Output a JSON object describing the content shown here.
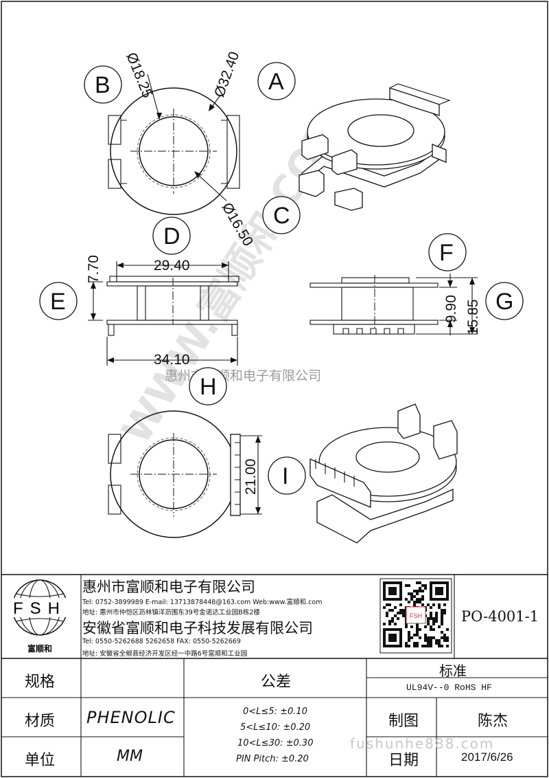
{
  "views": {
    "labels": {
      "A": "A",
      "B": "B",
      "C": "C",
      "D": "D",
      "E": "E",
      "F": "F",
      "G": "G",
      "H": "H",
      "I": "I"
    },
    "dims": {
      "d_outer": "Ø32.40",
      "d_inner": "Ø18.25",
      "d_bore": "Ø16.50",
      "w_flange": "29.40",
      "h_flange": "7.70",
      "w_total": "34.10",
      "h_window": "9.90",
      "h_total": "15.85",
      "pin_span": "21.00"
    }
  },
  "watermark": {
    "company_line": "惠州市富顺和电子有限公司",
    "diagonal": "WWW.富顺和.COM",
    "url": "fushunhe888.com"
  },
  "title_block": {
    "logo_text": "FSH",
    "logo_caption": "富顺和",
    "company1": {
      "name": "惠州市富顺和电子有限公司",
      "contact": "Tel:   0752-3899989   E-mail: 13713878448@163.com   Web:www.富顺和.com",
      "address": "地址: 惠州市仲恺区沥林镇洋沥围东39号金诺达工业园B栋2楼"
    },
    "company2": {
      "name": "安徽省富顺和电子科技发展有限公司",
      "contact": "Tel:   0550-5262688  5262658       FAX:  0550-5262669",
      "address": "地址: 安徽省全椒县经济开发区经一中路6号富顺和工业园"
    },
    "part_number": "PO-4001-1",
    "qr_center": "FSH",
    "spec_label": "规格",
    "material_label": "材质",
    "material_value": "PHENOLIC",
    "unit_label": "单位",
    "unit_value": "MM",
    "tolerance_label": "公差",
    "tolerances": [
      "0<L≤5: ±0.10",
      "5<L≤10: ±0.20",
      "10<L≤30: ±0.30",
      "PIN Pitch: ±0.20"
    ],
    "standard_label": "标准",
    "standard_value": "UL94V--0  RoHS HF",
    "drawn_label": "制图",
    "drawn_value": "陈杰",
    "date_label": "日期",
    "date_value": "2017/6/26"
  }
}
